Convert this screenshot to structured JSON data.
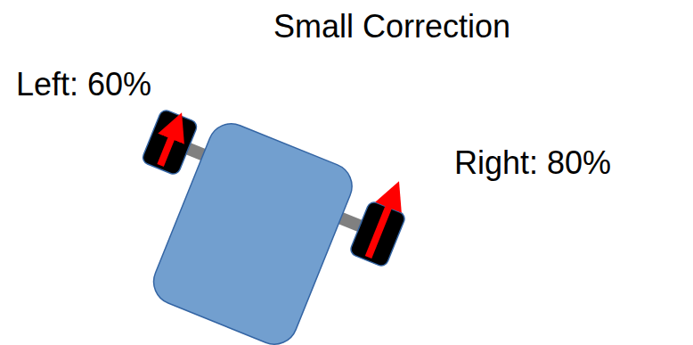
{
  "diagram": {
    "title": "Small Correction",
    "labels": [
      "Left: 60%",
      "Right: 80%"
    ]
  }
}
